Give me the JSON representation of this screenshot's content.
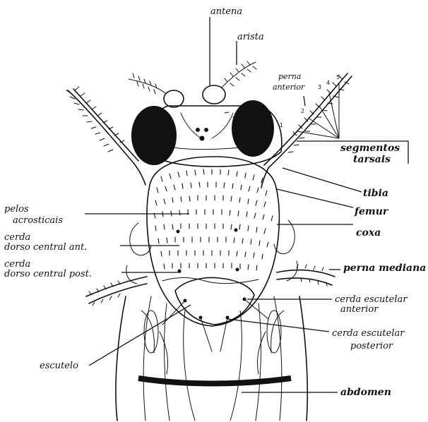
{
  "labels": {
    "antena": "antena",
    "arista": "arista",
    "perna_anterior_1": "perna",
    "perna_anterior_2": "anterior",
    "segmentos_tarsais_1": "segmentos",
    "segmentos_tarsais_2": "tarsais",
    "tibia": "tibia",
    "femur": "femur",
    "coxa": "coxa",
    "pelos_acrosticais_1": "pelos",
    "pelos_acrosticais_2": "acrosticais",
    "cerda_dc_ant_1": "cerda",
    "cerda_dc_ant_2": "dorso central ant.",
    "cerda_dc_post_1": "cerda",
    "cerda_dc_post_2": "dorso central post.",
    "perna_mediana": "perna mediana",
    "cerda_esc_ant_1": "cerda escutelar",
    "cerda_esc_ant_2": "anterior",
    "cerda_esc_post_1": "cerda escutelar",
    "cerda_esc_post_2": "posterior",
    "escutelo": "escutelo",
    "abdomen": "abdomen"
  },
  "segment_numbers": [
    "1",
    "2",
    "3",
    "4",
    "5"
  ]
}
